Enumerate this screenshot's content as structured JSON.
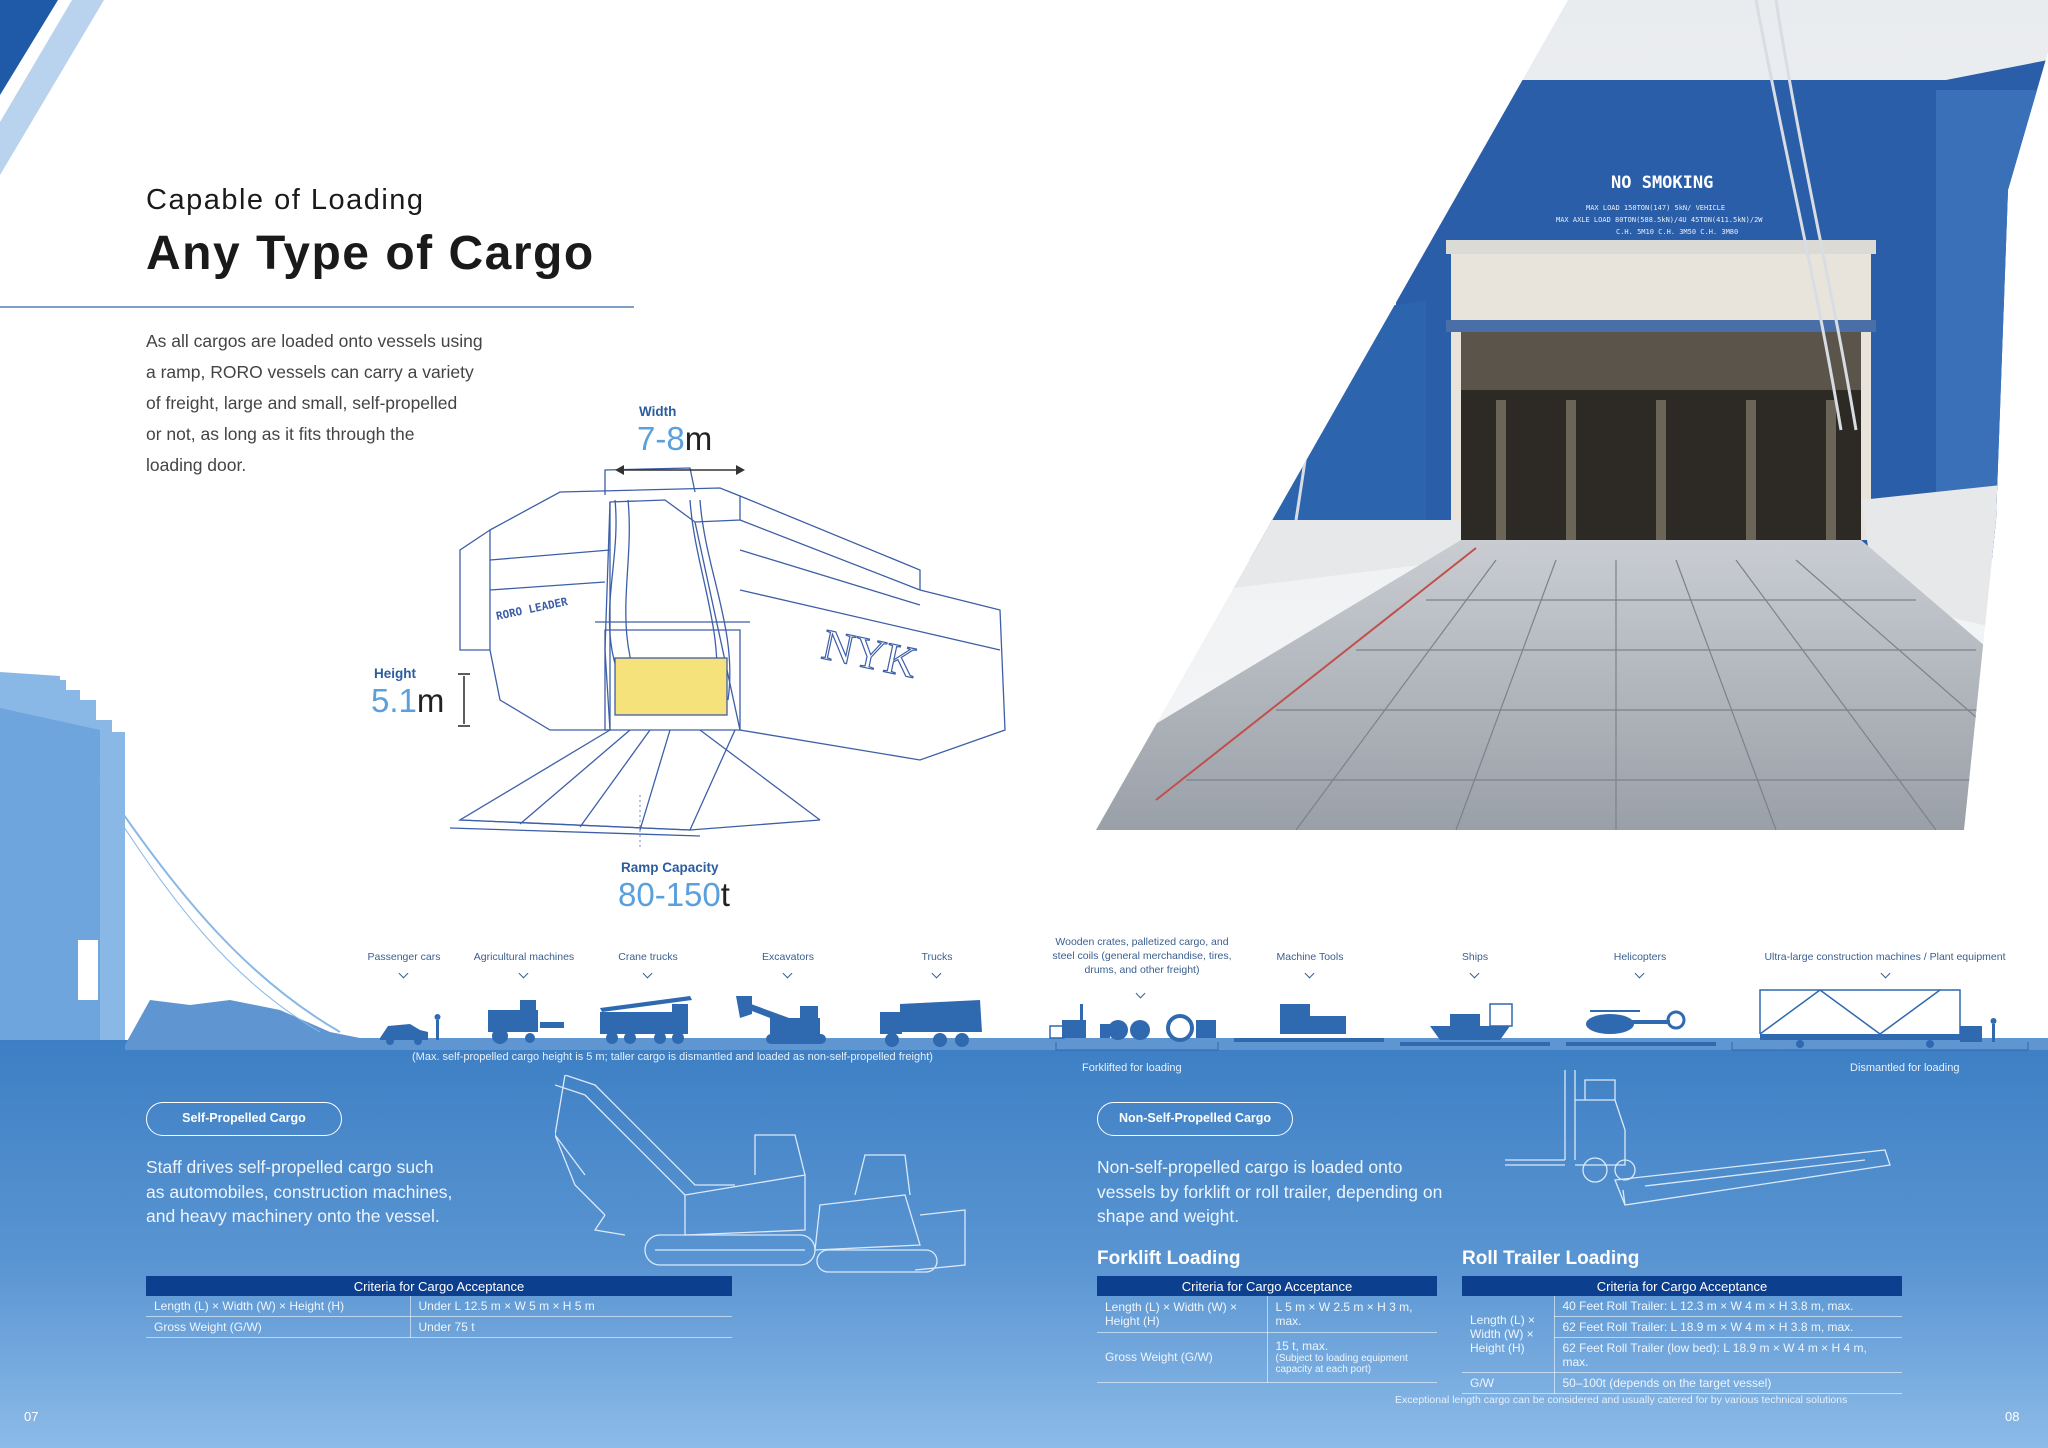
{
  "heading": {
    "kicker": "Capable of Loading",
    "title": "Any Type of Cargo",
    "intro_lines": [
      "As all cargos are loaded onto vessels using",
      "a ramp, RORO vessels can carry a variety",
      "of freight, large and small, self-propelled",
      "or not, as long as it fits through the",
      "loading door."
    ]
  },
  "diagram": {
    "width": {
      "label": "Width",
      "value": "7-8",
      "unit": "m"
    },
    "height": {
      "label": "Height",
      "value": "5.1",
      "unit": "m"
    },
    "ramp": {
      "label": "Ramp Capacity",
      "value": "80-150",
      "unit": "t"
    },
    "ship_name": "RORO LEADER",
    "hull_logo": "NYK"
  },
  "photo": {
    "sign": "NO SMOKING",
    "sign_lines": [
      "MAX LOAD 150TON(147) 5kN/ VEHICLE",
      "MAX AXLE LOAD 80TON(588.5kN)/4U 45TON(411.5kN)/2W",
      "C.H. 5M10 C.H. 3M50 C.H. 3M80"
    ]
  },
  "cargo_types": [
    {
      "label": "Passenger cars"
    },
    {
      "label": "Agricultural machines"
    },
    {
      "label": "Crane trucks"
    },
    {
      "label": "Excavators"
    },
    {
      "label": "Trucks"
    },
    {
      "label": "Wooden crates, palletized cargo, and steel coils (general merchandise, tires, drums, and other freight)"
    },
    {
      "label": "Machine Tools"
    },
    {
      "label": "Ships"
    },
    {
      "label": "Helicopters"
    },
    {
      "label": "Ultra-large construction machines / Plant equipment"
    }
  ],
  "notes": {
    "height_note": "(Max. self-propelled cargo height is 5 m; taller cargo is dismantled and loaded as non-self-propelled freight)",
    "forklifted": "Forklifted for loading",
    "dismantled": "Dismantled for loading"
  },
  "self_propelled": {
    "pill": "Self-Propelled Cargo",
    "text_lines": [
      "Staff drives self-propelled cargo such",
      "as automobiles, construction machines,",
      "and heavy machinery onto the vessel."
    ],
    "table": {
      "header": "Criteria for Cargo Acceptance",
      "rows": [
        {
          "k": "Length (L) × Width (W) × Height (H)",
          "v": "Under L 12.5 m × W 5 m × H 5 m"
        },
        {
          "k": "Gross Weight (G/W)",
          "v": "Under 75 t"
        }
      ]
    }
  },
  "non_self_propelled": {
    "pill": "Non-Self-Propelled Cargo",
    "text_lines": [
      "Non-self-propelled cargo is loaded onto",
      "vessels by forklift or roll trailer, depending on",
      "shape and weight."
    ]
  },
  "forklift": {
    "title": "Forklift Loading",
    "header": "Criteria for Cargo Acceptance",
    "dims_key": "Length (L) × Width (W) × Height (H)",
    "dims_val": "L 5 m × W 2.5 m × H 3 m, max.",
    "gw_key": "Gross Weight (G/W)",
    "gw_val": "15 t, max.",
    "gw_note": "(Subject to loading equipment capacity at each port)"
  },
  "roll_trailer": {
    "title": "Roll Trailer Loading",
    "header": "Criteria for Cargo Acceptance",
    "dims_key": "Length (L) × Width (W) × Height (H)",
    "dims_vals": [
      "40 Feet Roll Trailer: L 12.3 m × W 4 m × H 3.8 m, max.",
      "62 Feet Roll Trailer: L 18.9 m × W 4 m × H 3.8 m, max.",
      "62 Feet Roll Trailer (low bed): L 18.9 m × W 4 m × H 4 m, max."
    ],
    "gw_key": "G/W",
    "gw_val": "50–100t (depends on the target vessel)",
    "footnote": "Exceptional length cargo can be considered and usually catered for by various technical solutions"
  },
  "pages": {
    "left": "07",
    "right": "08"
  },
  "colors": {
    "accent_blue": "#2b5d9e",
    "light_blue": "#5aa0dc",
    "table_header": "#0d3f8f",
    "highlight_door": "#f6e27a"
  }
}
